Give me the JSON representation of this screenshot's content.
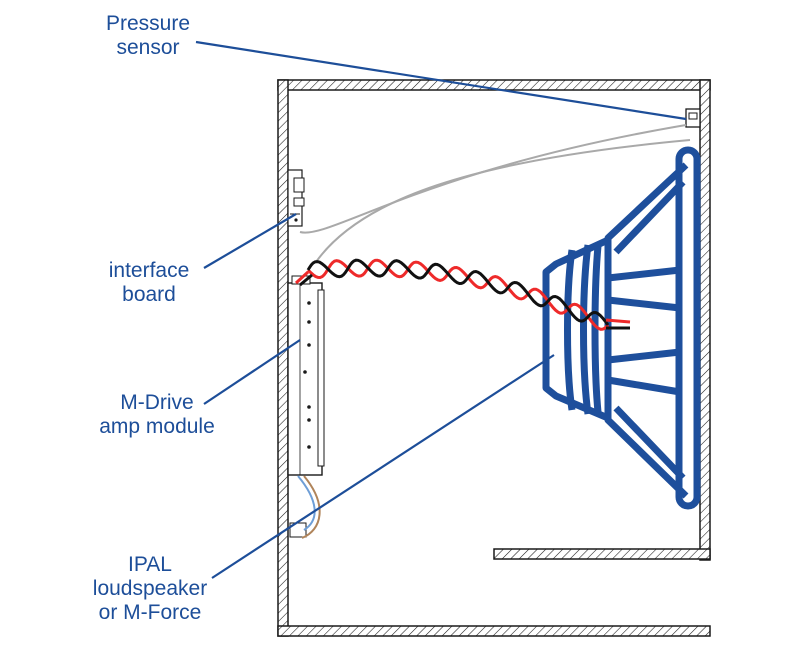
{
  "colors": {
    "label": "#1d4e99",
    "leader": "#1d4e99",
    "driver": "#1e4f9c",
    "cabinet": "#1a1a1a",
    "wire_red": "#ee2a2a",
    "wire_black": "#111111",
    "wire_grey": "#a9a9a9",
    "wire_blue": "#6e9ed6",
    "wire_brown": "#b0845a"
  },
  "labels": {
    "pressure_sensor": {
      "line1": "Pressure",
      "line2": "sensor"
    },
    "interface_board": {
      "line1": "interface",
      "line2": "board"
    },
    "amp_module": {
      "line1": "M-Drive",
      "line2": "amp module"
    },
    "loudspeaker": {
      "line1": "IPAL",
      "line2": "loudspeaker",
      "line3": "or M-Force"
    }
  },
  "icons": {
    "cabinet": "cabinet-cross-section-icon",
    "driver": "loudspeaker-driver-icon",
    "amp": "amp-module-icon",
    "interface": "interface-board-icon",
    "sensor": "pressure-sensor-icon"
  }
}
